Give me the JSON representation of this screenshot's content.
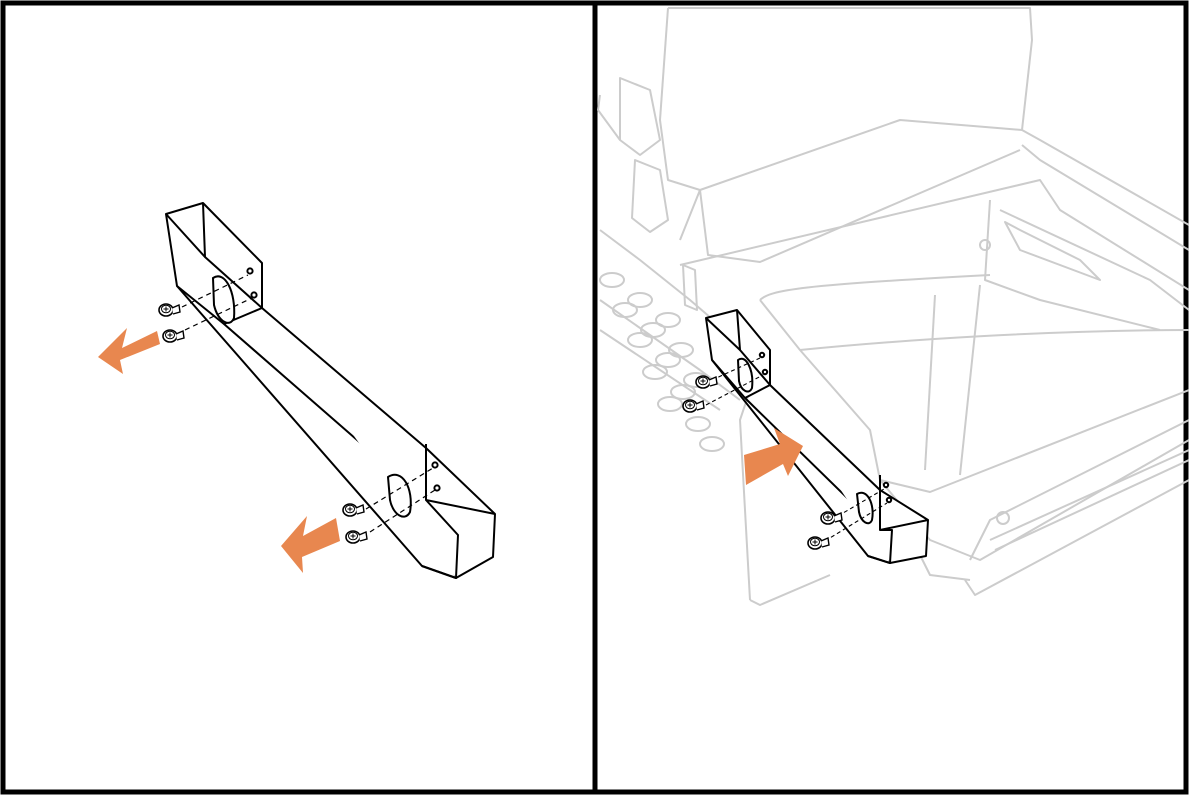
{
  "figure": {
    "panels": [
      {
        "id": "left",
        "content": "bracket-removal",
        "action": "remove-screws",
        "screw_count": 4,
        "arrow_count": 2
      },
      {
        "id": "right",
        "content": "bracket-installation",
        "action": "insert-bracket",
        "screw_count": 4,
        "arrow_count": 1
      }
    ],
    "colors": {
      "line": "#000000",
      "arrow": "#E8874F",
      "ghost": "#cccccc",
      "background": "#ffffff"
    },
    "icons": [
      "screw-icon",
      "arrow-icon",
      "bracket-icon",
      "chassis-outline"
    ]
  }
}
